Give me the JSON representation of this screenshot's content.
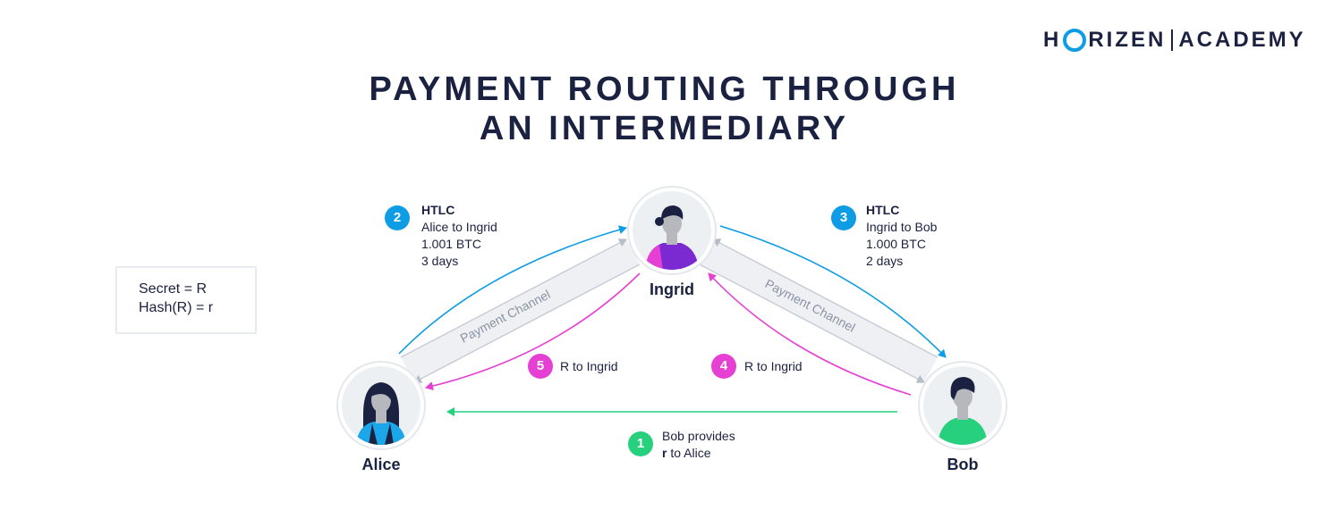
{
  "brand": {
    "name_left": "H",
    "name_rest": "RIZEN",
    "name_right": "ACADEMY"
  },
  "title": {
    "line1": "PAYMENT ROUTING THROUGH",
    "line2": "AN INTERMEDIARY"
  },
  "secret_box": {
    "line1": "Secret = R",
    "line2": "Hash(R) = r"
  },
  "people": {
    "alice": "Alice",
    "ingrid": "Ingrid",
    "bob": "Bob"
  },
  "channels": {
    "left": "Payment Channel",
    "right": "Payment Channel"
  },
  "steps": {
    "s1": {
      "num": "1",
      "line1": "Bob provides",
      "line2_bold": "r",
      "line2_rest": " to Alice"
    },
    "s2": {
      "num": "2",
      "title": "HTLC",
      "line1": "Alice to Ingrid",
      "line2": "1.001 BTC",
      "line3": "3 days"
    },
    "s3": {
      "num": "3",
      "title": "HTLC",
      "line1": "Ingrid to Bob",
      "line2": "1.000 BTC",
      "line3": "2 days"
    },
    "s4": {
      "num": "4",
      "text": "R to Ingrid"
    },
    "s5": {
      "num": "5",
      "text": "R to Ingrid"
    }
  },
  "colors": {
    "blue": "#0e9de5",
    "pink": "#e63fd3",
    "green": "#26d07c",
    "navy": "#1b2140",
    "channel": "#eef0f4"
  }
}
